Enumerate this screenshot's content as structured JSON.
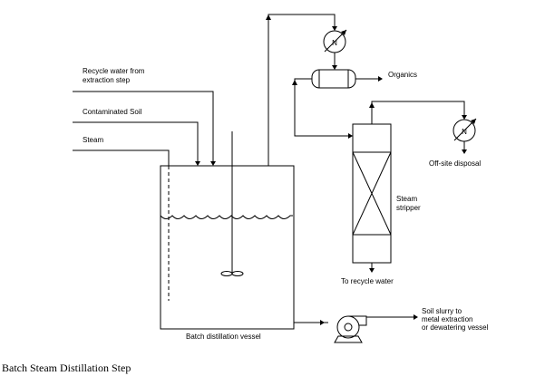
{
  "labels": {
    "recycle_water_line1": "Recycle water from",
    "recycle_water_line2": "extraction step",
    "contaminated_soil": "Contaminated Soil",
    "steam": "Steam",
    "organics": "Organics",
    "offsite_disposal": "Off-site disposal",
    "steam_stripper_line1": "Steam",
    "steam_stripper_line2": "stripper",
    "to_recycle_water": "To recycle water",
    "soil_slurry_line1": "Soil slurry to",
    "soil_slurry_line2": "metal extraction",
    "soil_slurry_line3": "or dewatering vessel",
    "batch_vessel": "Batch distillation vessel"
  },
  "caption": "Batch Steam Distillation Step",
  "icons": {
    "condenser_symbol": "N",
    "pump": "centrifugal-pump-icon",
    "agitator": "impeller-icon"
  }
}
